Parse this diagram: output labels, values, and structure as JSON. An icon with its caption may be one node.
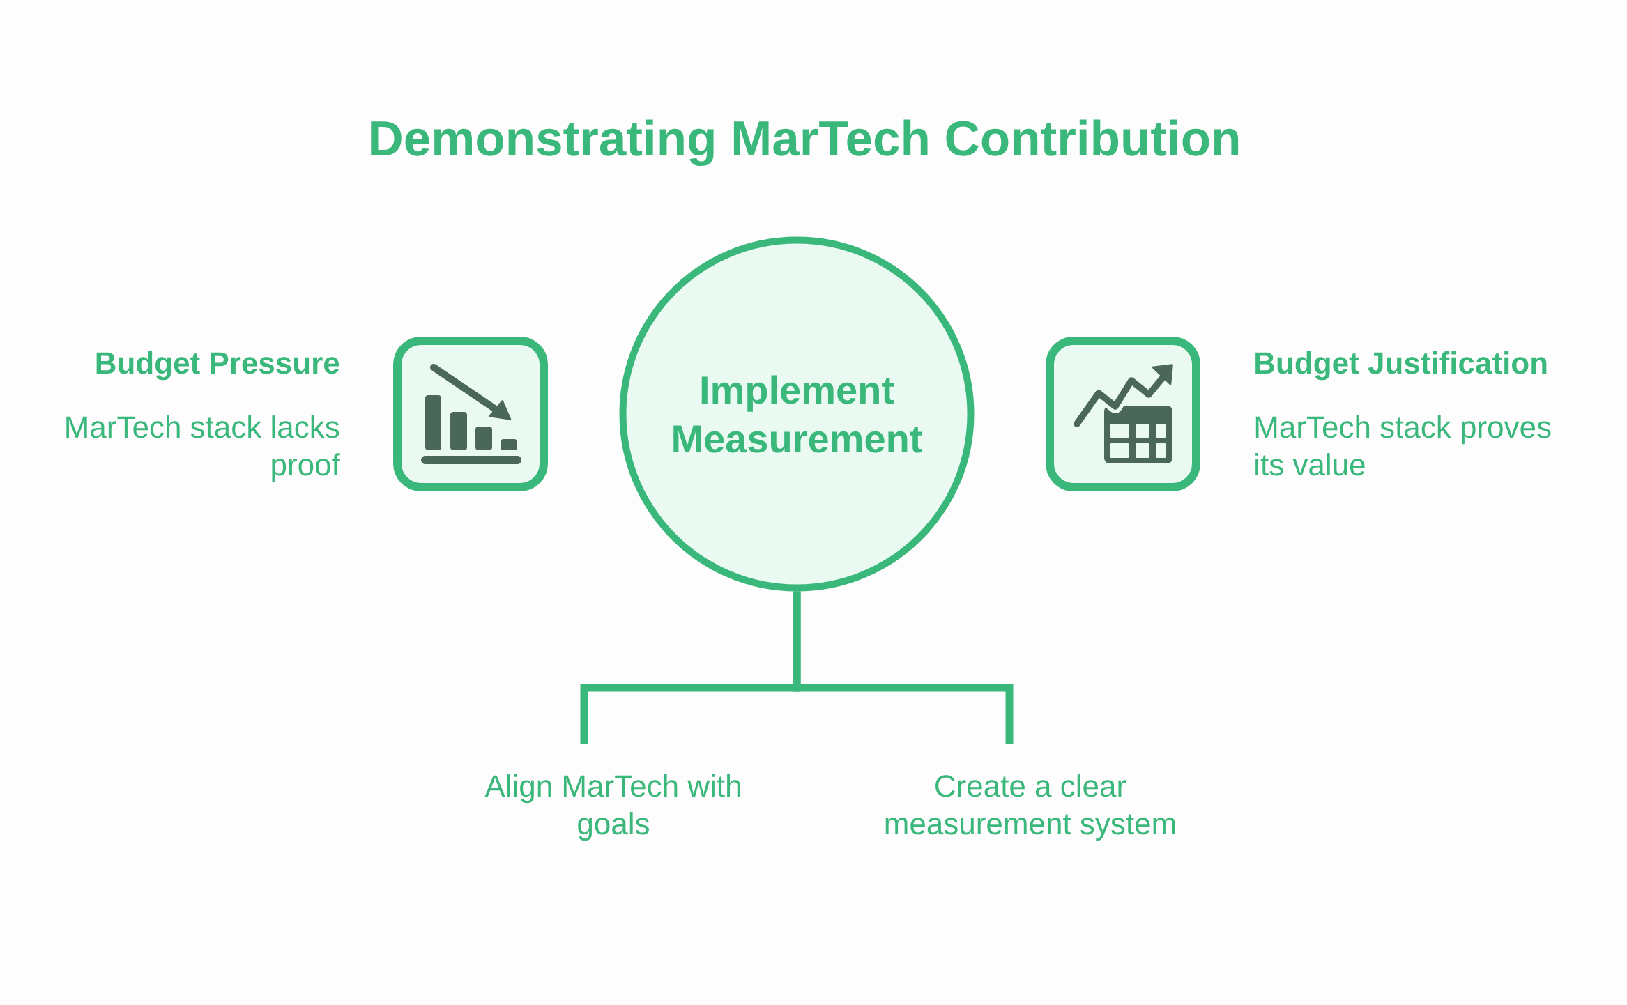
{
  "diagram": {
    "title": "Demonstrating MarTech Contribution",
    "nodes": [
      {
        "text": [],
        "shape": "box",
        "beside": [
          "Budget Pressure",
          "MarTech stack lacks proof"
        ]
      },
      {
        "text": [
          "Implement Measurement"
        ]
      },
      {
        "text": [],
        "shape": "box",
        "beside": [
          "Budget Justification",
          "MarTech stack proves its value"
        ]
      },
      {
        "text": [
          "Align MarTech with goals"
        ]
      },
      {
        "text": [
          "Create a clear measurement system"
        ]
      }
    ],
    "edges": [
      {
        "from": 1,
        "to": 3,
        "arrow": "none"
      },
      {
        "from": 1,
        "to": 4,
        "arrow": "none"
      }
    ]
  }
}
